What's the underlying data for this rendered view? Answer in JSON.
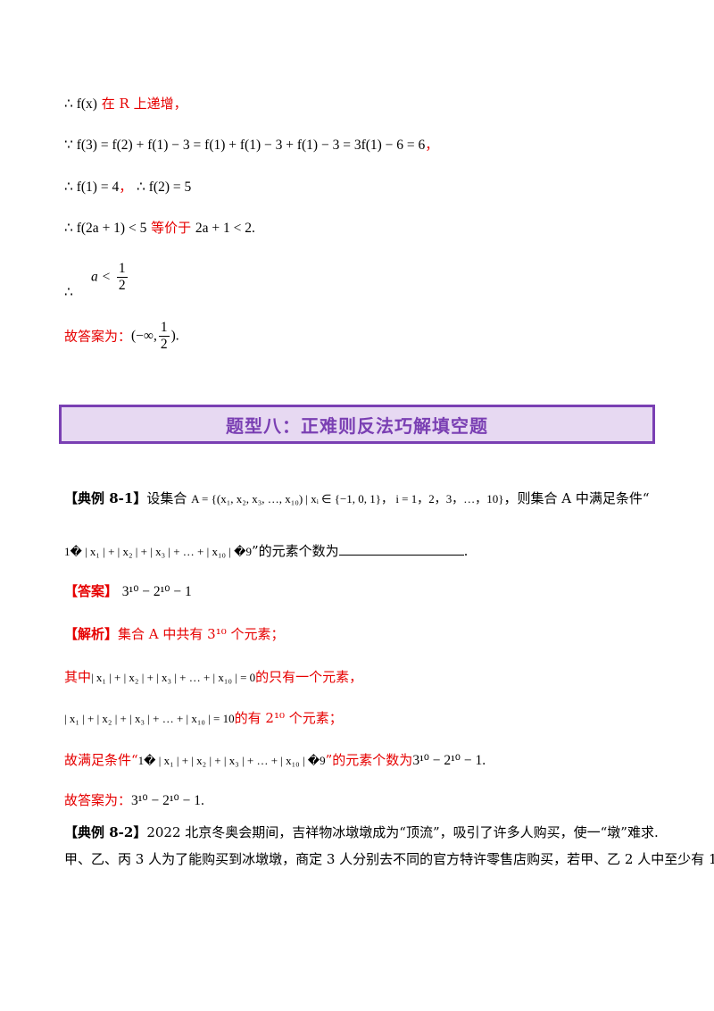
{
  "solution_lines": {
    "l1_math": "∴ f(x)",
    "l1_text": "在 R 上递增，",
    "l2_math": "∵ f(3) = f(2) + f(1) − 3 = f(1) + f(1) − 3 + f(1) − 3 = 3f(1) − 6 = 6",
    "l2_punct": "，",
    "l3_a": "∴ f(1) = 4",
    "l3_comma": "，",
    "l3_b": "∴ f(2) = 5",
    "l4_math": "∴ f(2a + 1) < 5",
    "l4_text": "等价于",
    "l4_math2": "2a + 1 < 2.",
    "l5_therefore": "∴",
    "l5_lhs": "a <",
    "l5_num": "1",
    "l5_den": "2",
    "l6_label": "故答案为：",
    "l6_open": "(−∞,",
    "l6_num": "1",
    "l6_den": "2",
    "l6_close": ")."
  },
  "banner": {
    "title": "题型八：正难则反法巧解填空题"
  },
  "example_8_1": {
    "tag": "【典例 8-1】",
    "intro": "设集合",
    "set_def": "A = {(x₁, x₂, x₃, …,   x₁₀) | xᵢ ∈ {−1, 0, 1}",
    "index_range": "，  i = 1，2，3，…，10}",
    "tail": "，则集合 A 中满足条件“",
    "condition": "1� | x₁ | + | x₂ | + | x₃ | + … + | x₁₀ | �9",
    "condition_tail": "”的元素个数为",
    "period": "."
  },
  "answer_8_1": {
    "label": "【答案】",
    "value": "3¹⁰ − 2¹⁰ − 1"
  },
  "analysis_8_1": {
    "label": "【解析】",
    "l1": "集合 A 中共有 3¹⁰ 个元素；",
    "l2_pre": "其中",
    "l2_math": "| x₁ | + | x₂ | + | x₃ | + … + | x₁₀ | = 0",
    "l2_post": "的只有一个元素，",
    "l3_math": "| x₁ | + | x₂ | + | x₃ | + … + | x₁₀ | = 10",
    "l3_post": "的有 2¹⁰ 个元素；",
    "l4_pre": "故满足条件“",
    "l4_math": "1� | x₁ | + | x₂ | + | x₃ | + … + | x₁₀ | �9",
    "l4_post": "”的元素个数为",
    "l4_result": "3¹⁰ − 2¹⁰ − 1.",
    "l5_label": "故答案为：",
    "l5_value": "3¹⁰ − 2¹⁰ − 1."
  },
  "example_8_2": {
    "tag": "【典例 8-2】",
    "text_line1": "2022 北京冬奥会期间，吉祥物冰墩墩成为“顶流”，吸引了许多人购买，使一“墩”难求.",
    "text_line2": "甲、乙、丙 3 人为了能购买到冰墩墩，商定 3 人分别去不同的官方特许零售店购买，若甲、乙 2 人中至少有 1"
  }
}
